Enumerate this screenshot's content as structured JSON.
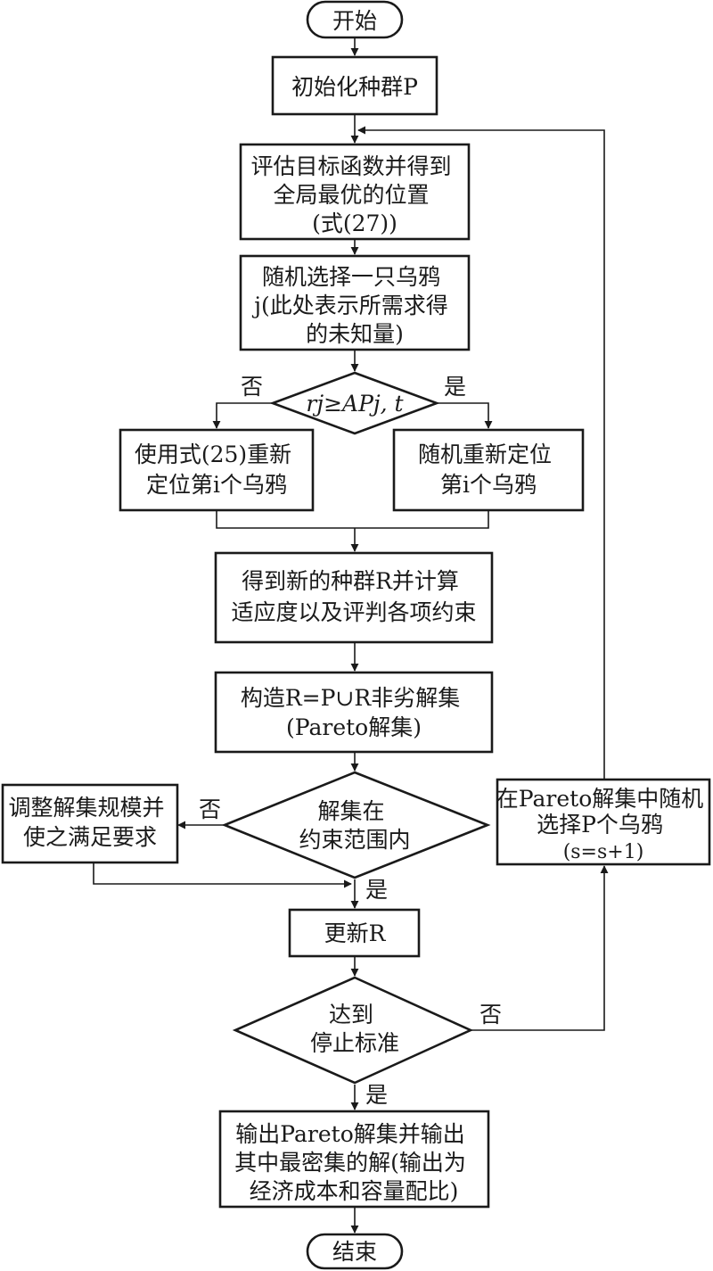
{
  "nodes": {
    "start": [
      "开始"
    ],
    "init": [
      "初始化种群P"
    ],
    "evaluate": [
      "评估目标函数并得到",
      "全局最优的位置",
      "(式(27))"
    ],
    "select_crow": [
      "随机选择一只乌鸦",
      "j(此处表示所需求得",
      "的未知量)"
    ],
    "condition": [
      "rj≥APj, t"
    ],
    "reposition_formula": [
      "使用式(25)重新",
      "定位第i个乌鸦"
    ],
    "reposition_random": [
      "随机重新定位",
      "第i个乌鸦"
    ],
    "new_population": [
      "得到新的种群R并计算",
      "适应度以及评判各项约束"
    ],
    "construct_set": [
      "构造R=P∪R非劣解集",
      "(Pareto解集)"
    ],
    "within_constraints": [
      "解集在",
      "约束范围内"
    ],
    "adjust_set": [
      "调整解集规模并",
      "使之满足要求"
    ],
    "update_r": [
      "更新R"
    ],
    "stop_criterion": [
      "达到",
      "停止标准"
    ],
    "select_pareto": [
      "在Pareto解集中随机",
      "选择P个乌鸦",
      "(s=s+1)"
    ],
    "output": [
      "输出Pareto解集并输出",
      "其中最密集的解(输出为",
      "经济成本和容量配比)"
    ],
    "end": [
      "结束"
    ]
  },
  "edge_labels": {
    "condition_no": "否",
    "condition_yes": "是",
    "constraints_no": "否",
    "constraints_yes": "是",
    "stop_no": "否",
    "stop_yes": "是"
  },
  "colors": {
    "stroke": "#1a1a1a",
    "fill": "#ffffff",
    "text": "#1a1a1a"
  }
}
